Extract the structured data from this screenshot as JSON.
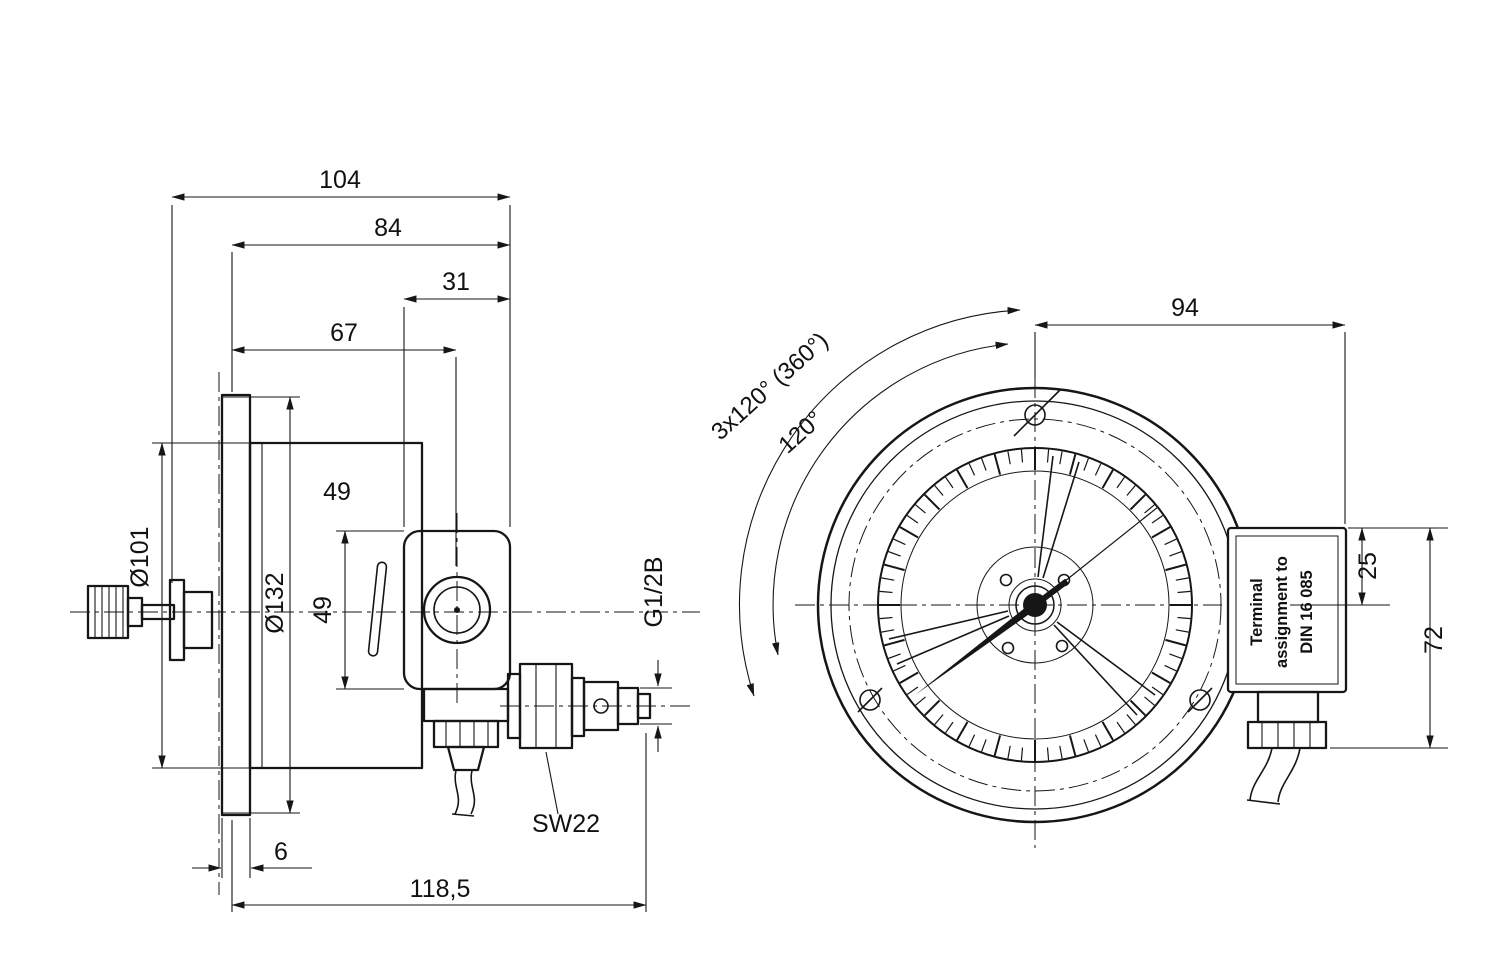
{
  "side_view": {
    "dim_104": "104",
    "dim_84": "84",
    "dim_31": "31",
    "dim_67": "67",
    "dim_49_box_width": "49",
    "dim_49_box_height": "49",
    "dim_dia_101": "Ø101",
    "dim_dia_132": "Ø132",
    "dim_6": "6",
    "dim_118_5": "118,5",
    "label_sw22": "SW22",
    "label_g12b": "G1/2B"
  },
  "front_view": {
    "dim_94": "94",
    "dim_25": "25",
    "dim_72": "72",
    "label_angle_3x120": "3x120° (360°)",
    "label_angle_120": "120°",
    "terminal_label": {
      "line1": "Terminal",
      "line2": "assignment to",
      "line3": "DIN 16 085"
    }
  }
}
